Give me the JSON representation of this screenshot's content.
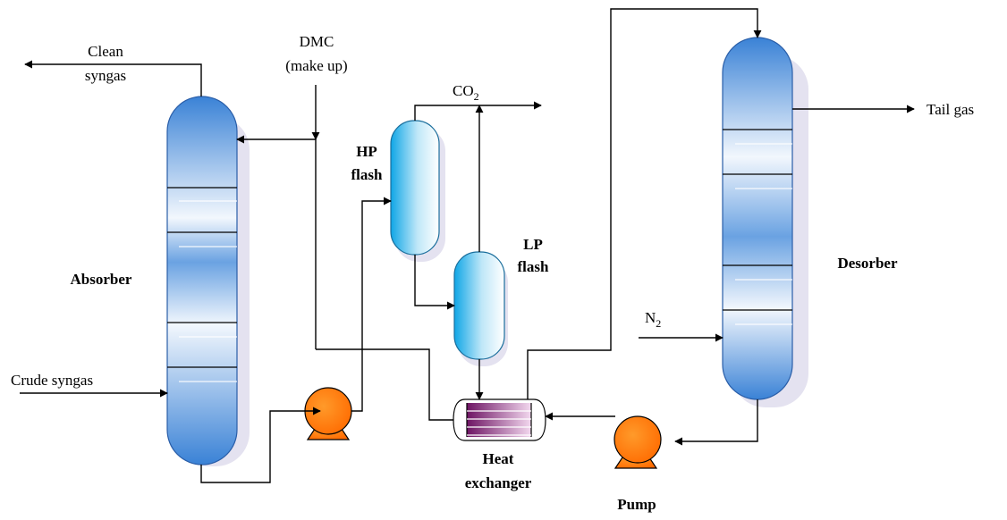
{
  "labels": {
    "clean_syngas_line1": "Clean",
    "clean_syngas_line2": "syngas",
    "dmc_line1": "DMC",
    "dmc_line2": "(make up)",
    "co2": "CO",
    "co2_sub": "2",
    "hp_flash_line1": "HP",
    "hp_flash_line2": "flash",
    "lp_flash_line1": "LP",
    "lp_flash_line2": "flash",
    "absorber": "Absorber",
    "desorber": "Desorber",
    "tail_gas": "Tail gas",
    "n2": "N",
    "n2_sub": "2",
    "crude_syngas": "Crude syngas",
    "heat_exchanger_line1": "Heat",
    "heat_exchanger_line2": "exchanger",
    "pump": "Pump"
  },
  "colors": {
    "column_blue": "#3f86d8",
    "column_light": "#e8f2fc",
    "flash_cyan": "#17aee8",
    "pump_orange": "#ff7a00",
    "exchanger_purple": "#7a1f6e"
  }
}
